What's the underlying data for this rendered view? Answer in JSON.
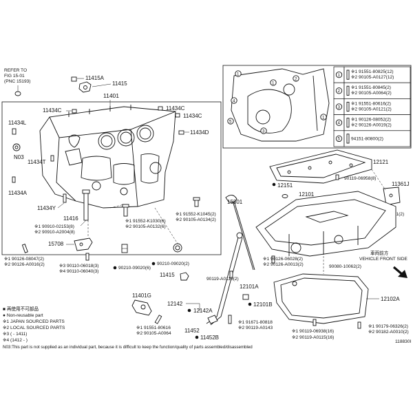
{
  "refer": [
    "REFER TO",
    "FIG 15-01",
    "(PNC 15193)"
  ],
  "labels": {
    "p11415A": "11415A",
    "p11415": "11415",
    "p11401": "11401",
    "p11434C_a": "11434C",
    "p11434C_b": "11434C",
    "p11434C_c": "11434C",
    "p11434L": "11434L",
    "p11434D": "11434D",
    "pN03": "N03",
    "p11434T": "11434T",
    "p11434A": "11434A",
    "p11434Y": "11434Y",
    "p11416": "11416",
    "p15708": "15708",
    "p11401G": "11401G",
    "p12142": "12142",
    "p12142A": "12142A",
    "p11452": "11452",
    "p11452B": "11452B",
    "p12101A": "12101A",
    "p12101B": "12101B",
    "p12102A": "12102A",
    "p15301": "15301",
    "p12121": "12121",
    "p12151": "12151",
    "p12101": "12101",
    "p11361J": "11361J",
    "p11415b": "11415"
  },
  "bolts": {
    "b1": [
      "※1 90910-02153(8)",
      "※2 90910-A2004(8)"
    ],
    "b2": [
      "※1 91552-K1030(6)",
      "※2 90105-A0132(6)"
    ],
    "b3": [
      "※1 91552-K1045(2)",
      "※2 90105-A0134(2)"
    ],
    "b4": [
      "※1 90126-08047(2)",
      "※2 90126-A0016(2)"
    ],
    "b5": [
      "※3 90110-06018(3)",
      "※4 90110-06040(3)"
    ],
    "b6": [
      "90210-09020(6)"
    ],
    "b7": [
      "90210-09020(2)"
    ],
    "b8": [
      "90119-06958(8)"
    ],
    "b9": [
      "90119-A0181(2)"
    ],
    "b10": [
      "※1 90126-06028(2)",
      "※2 90126-A0013(2)"
    ],
    "b11": [
      "90080-10062(2)"
    ],
    "b12": [
      "90119-A0115(2)"
    ],
    "b13": [
      "※1 91551-80616",
      "※2 90105-A0064"
    ],
    "b14": [
      "※1 91671-80818",
      "※2 90119-A0143"
    ],
    "b15": [
      "※1 90119-06938(16)",
      "※2 90119-A0115(16)"
    ],
    "b16": [
      "※1 90179-06326(2)",
      "※2 90182-A0010(2)"
    ]
  },
  "front_side": [
    "車両前方",
    "VEHICLE FRONT SIDE"
  ],
  "table": [
    {
      "num": "1",
      "lines": [
        "※1 91551-80825(12)",
        "※2 90105-A0127(12)"
      ]
    },
    {
      "num": "2",
      "lines": [
        "※1 91551-80845(2)",
        "※2 90105-A0064(2)"
      ]
    },
    {
      "num": "3",
      "lines": [
        "※1 91551-80616(2)",
        "※2 90105-A0121(2)"
      ]
    },
    {
      "num": "4",
      "lines": [
        "※1 90126-08052(2)",
        "※2 90126-A0019(2)"
      ]
    },
    {
      "num": "5",
      "lines": [
        "94151-80800(2)"
      ]
    }
  ],
  "legend": [
    "■ 再使用不可部品",
    "● Non-reusable part",
    "※1 JAPAN SOURCED PARTS",
    "※2 LOCAL SOURCED PARTS",
    "※3 (        - 1411)",
    "※4 (1412 -        )"
  ],
  "note": "N03:This part is not supplied as an individual part, because it is difficult to keep the function/quality of parts assembled/disassembled",
  "fig_id": "118830I"
}
